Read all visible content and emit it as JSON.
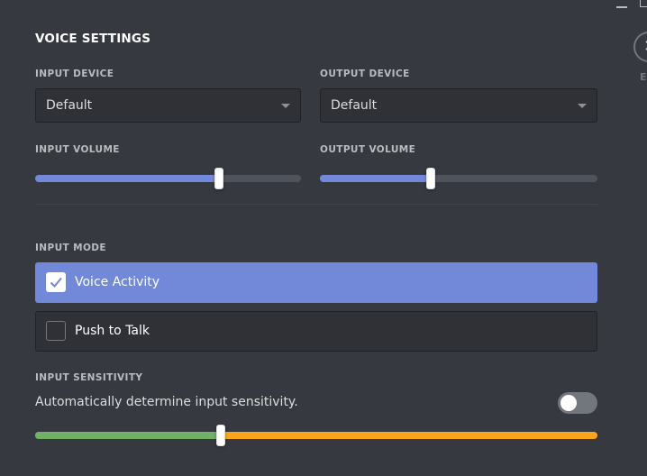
{
  "window": {
    "escape_label": "E",
    "close_glyph": "✕"
  },
  "voice_settings": {
    "title": "VOICE SETTINGS",
    "input_device": {
      "label": "INPUT DEVICE",
      "value": "Default"
    },
    "output_device": {
      "label": "OUTPUT DEVICE",
      "value": "Default"
    },
    "input_volume": {
      "label": "INPUT VOLUME",
      "level": 0.69
    },
    "output_volume": {
      "label": "OUTPUT VOLUME",
      "level": 0.4
    }
  },
  "input_mode": {
    "label": "INPUT MODE",
    "options": [
      {
        "label": "Voice Activity",
        "selected": true
      },
      {
        "label": "Push to Talk",
        "selected": false
      }
    ]
  },
  "input_sensitivity": {
    "label": "INPUT SENSITIVITY",
    "auto_label": "Automatically determine input sensitivity.",
    "auto_enabled": false,
    "threshold_level": 0.33
  },
  "colors": {
    "background": "#36393f",
    "accent": "#7289da",
    "sensitivity_below": "#43b581",
    "sensitivity_above": "#faa61a"
  },
  "icons": {
    "minimize": "minimize-icon",
    "maximize": "maximize-icon",
    "close": "close-icon",
    "checkmark": "checkmark-icon",
    "dropdown": "chevron-down-icon"
  }
}
